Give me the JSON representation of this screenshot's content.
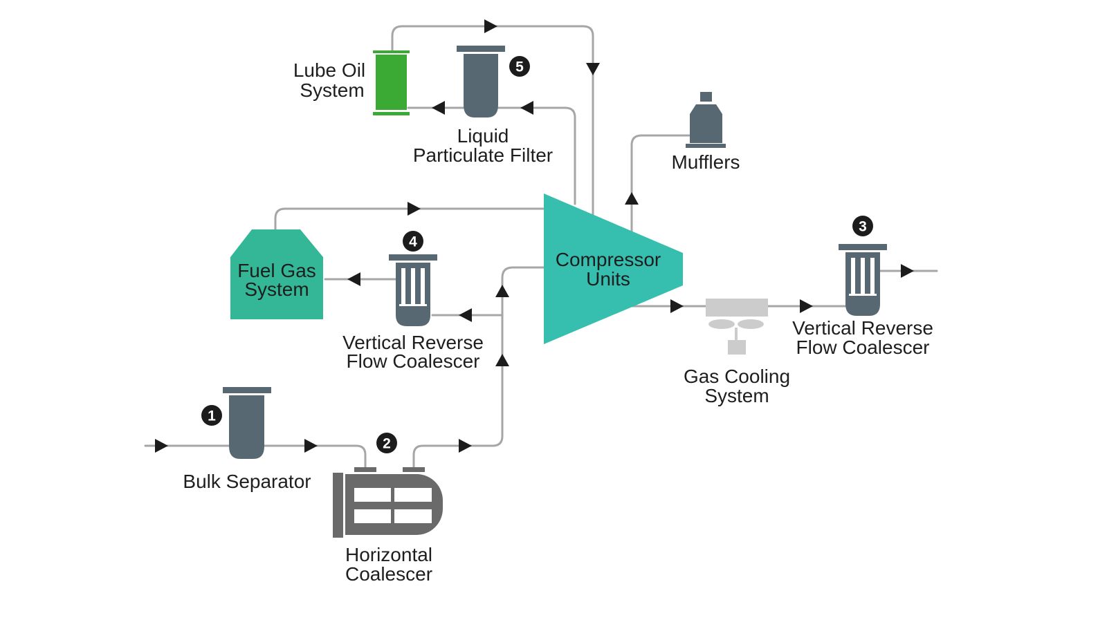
{
  "colors": {
    "pipe": "#a6a6a6",
    "arrow": "#1c1c1c",
    "filter_body": "#586872",
    "horizontal_coalescer": "#6a6a6a",
    "compressor": "#36bfae",
    "fuel_gas": "#34b796",
    "lube_oil": "#3aaa35",
    "gas_cooling": "#cccccc",
    "badge": "#1c1c1c"
  },
  "components": {
    "bulk_separator": {
      "label": [
        "Bulk Separator"
      ],
      "badge": "1"
    },
    "horizontal_coalescer": {
      "label": [
        "Horizontal",
        "Coalescer"
      ],
      "badge": "2"
    },
    "vrfc_outlet": {
      "label": [
        "Vertical Reverse",
        "Flow Coalescer"
      ],
      "badge": "3"
    },
    "vrfc_fuel": {
      "label": [
        "Vertical Reverse",
        "Flow Coalescer"
      ],
      "badge": "4"
    },
    "liquid_filter": {
      "label": [
        "Liquid",
        "Particulate Filter"
      ],
      "badge": "5"
    },
    "lube_oil": {
      "label": [
        "Lube Oil",
        "System"
      ]
    },
    "fuel_gas": {
      "label": [
        "Fuel Gas",
        "System"
      ]
    },
    "compressor": {
      "label": [
        "Compressor",
        "Units"
      ]
    },
    "mufflers": {
      "label": [
        "Mufflers"
      ]
    },
    "gas_cooling": {
      "label": [
        "Gas Cooling",
        "System"
      ]
    }
  }
}
